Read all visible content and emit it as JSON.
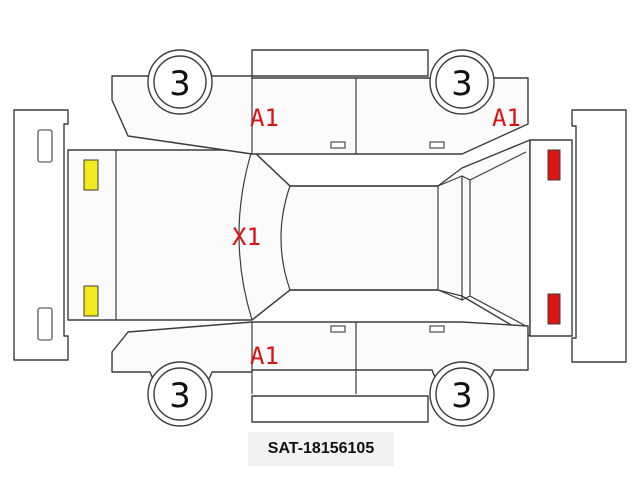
{
  "caption": "SAT-18156105",
  "wheels": {
    "front_left": "3",
    "rear_left": "3",
    "front_right": "3",
    "rear_right": "3"
  },
  "marks": {
    "roof_front": "X1",
    "door_upper_front": "A1",
    "door_upper_rear": "A1",
    "door_lower_front": "A1"
  },
  "colors": {
    "mark_text": "#dd1111",
    "front_lamps": "#f2ea1a",
    "rear_lamps": "#dd1515",
    "outline": "#3c3c3c"
  }
}
